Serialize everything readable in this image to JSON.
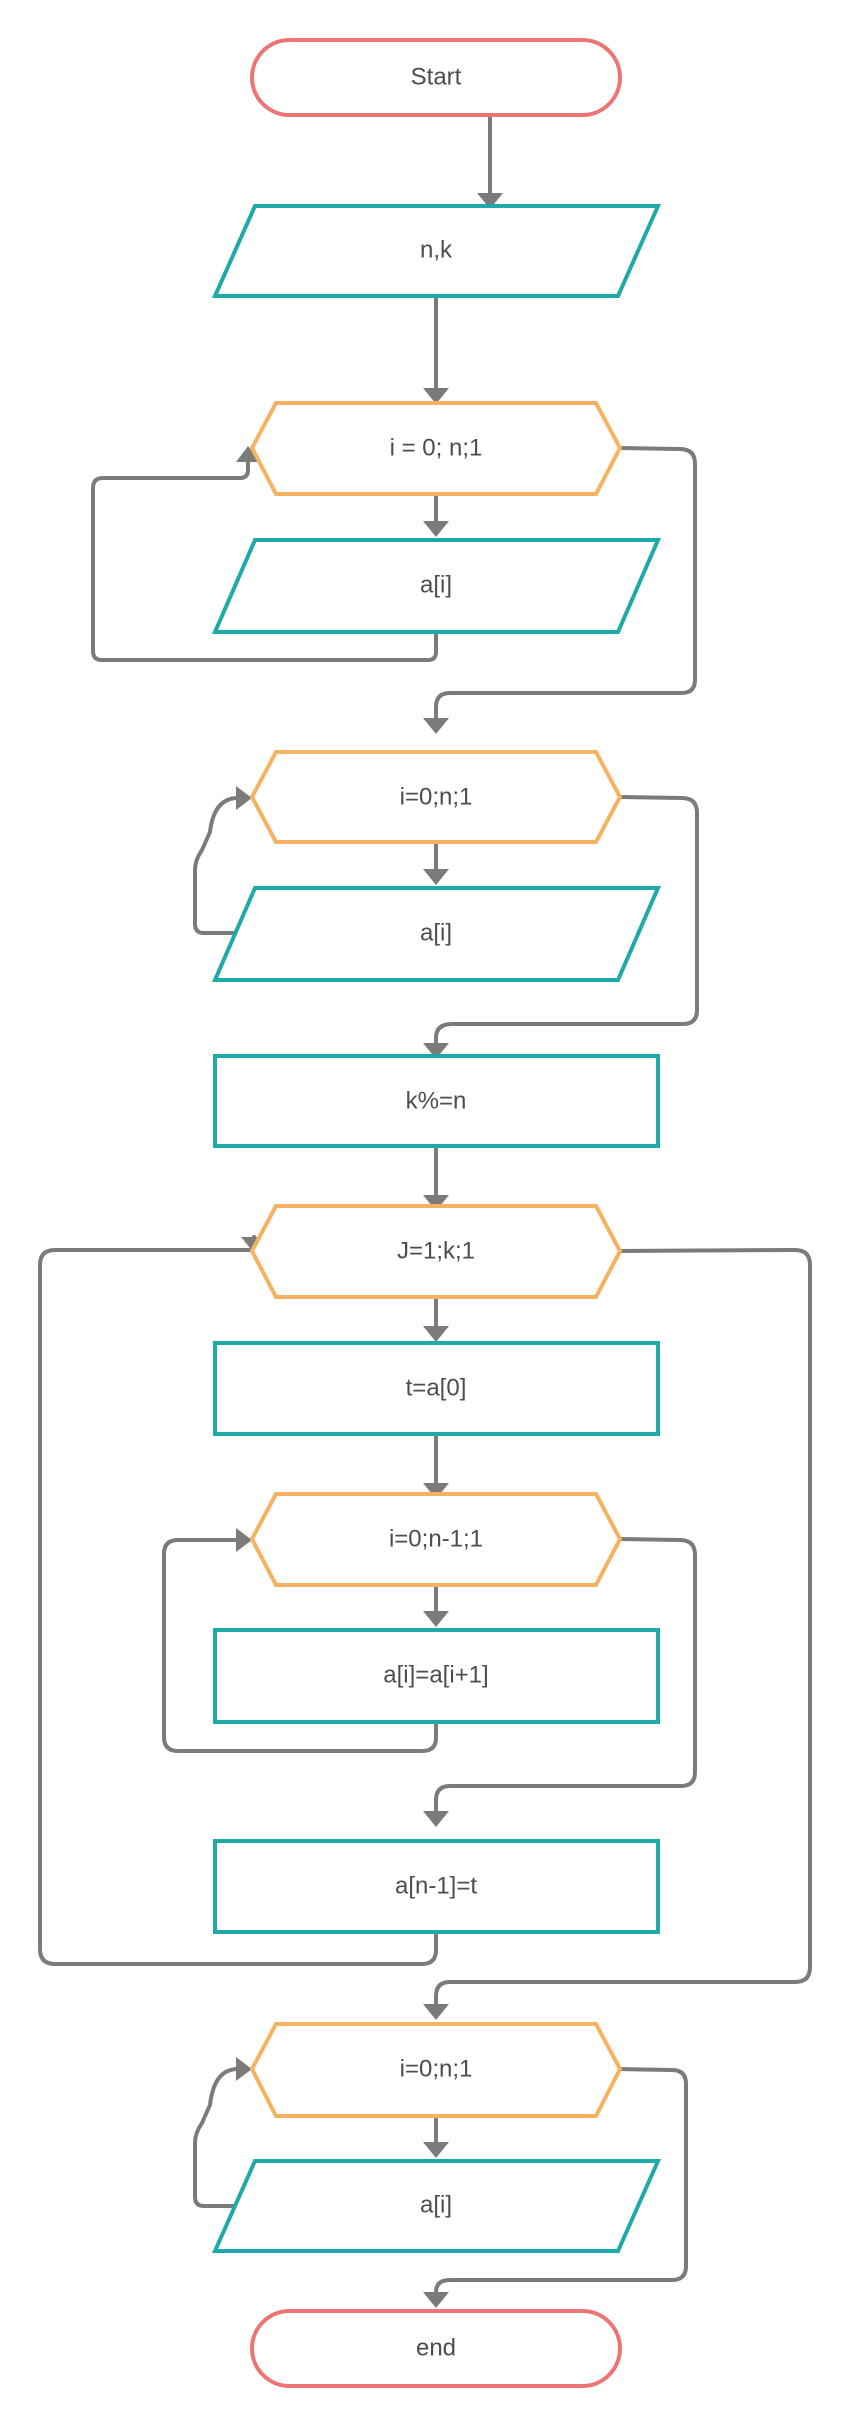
{
  "colors": {
    "terminal": "#ee7373",
    "io": "#1fa9a9",
    "loop": "#f5b362",
    "process": "#1fa9a9",
    "connector": "#7b7b7b",
    "text": "#4d4d4d"
  },
  "nodes": {
    "start": "Start",
    "input_nk": "n,k",
    "loop1": "i = 0; n;1",
    "input_ai": "a[i]",
    "loop2": "i=0;n;1",
    "output_ai_1": "a[i]",
    "mod": "k%=n",
    "loop_j": "J=1;k;1",
    "assign_t": "t=a[0]",
    "loop_shift": "i=0;n-1;1",
    "shift": "a[i]=a[i+1]",
    "assign_last": "a[n-1]=t",
    "loop3": "i=0;n;1",
    "output_ai_2": "a[i]",
    "end": "end"
  }
}
